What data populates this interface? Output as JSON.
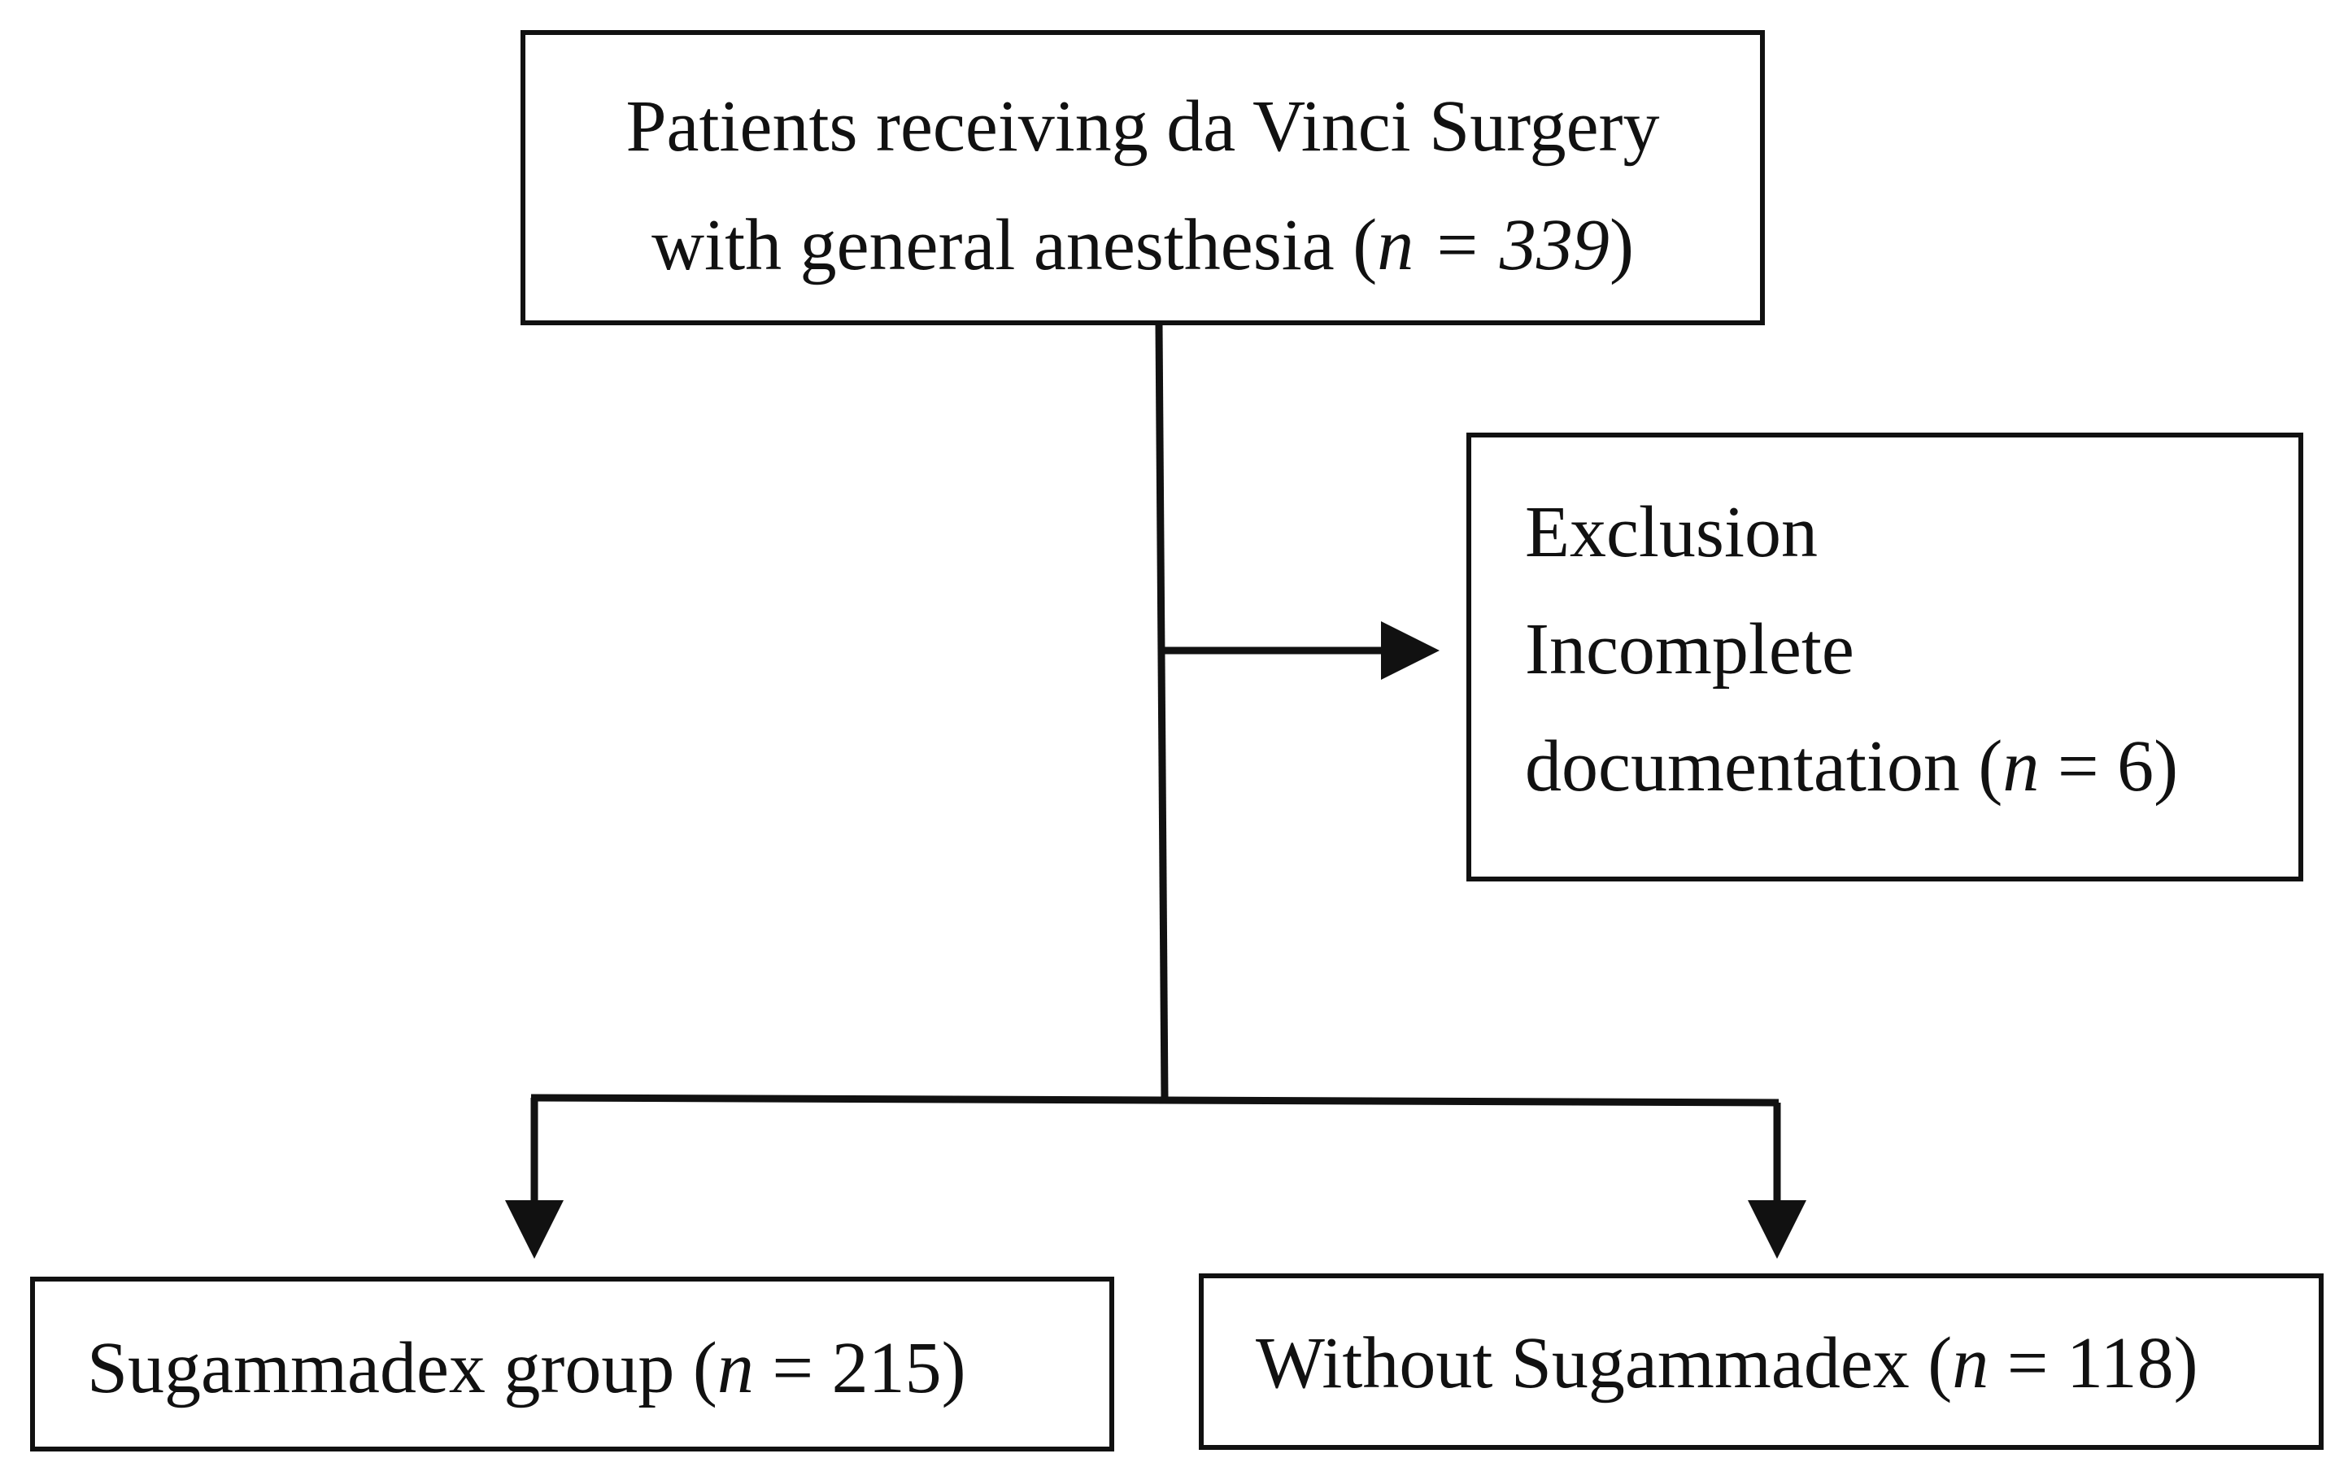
{
  "nodes": {
    "top": {
      "line1": "Patients receiving da Vinci Surgery",
      "line2_prefix": "with general anesthesia (",
      "n_symbol": "n",
      "line2_value": " = 339",
      "line2_suffix": ")"
    },
    "exclusion": {
      "heading": "Exclusion",
      "line1": "Incomplete",
      "line2_prefix": "documentation (",
      "n_symbol": "n",
      "line2_value": " = 6",
      "line2_suffix": ")"
    },
    "left": {
      "prefix": "Sugammadex group (",
      "n_symbol": "n",
      "value": " = 215",
      "suffix": ")"
    },
    "right": {
      "prefix": "Without Sugammadex (",
      "n_symbol": "n",
      "value": " = 118",
      "suffix": ")"
    }
  },
  "colors": {
    "line": "#111111",
    "background": "#ffffff"
  }
}
